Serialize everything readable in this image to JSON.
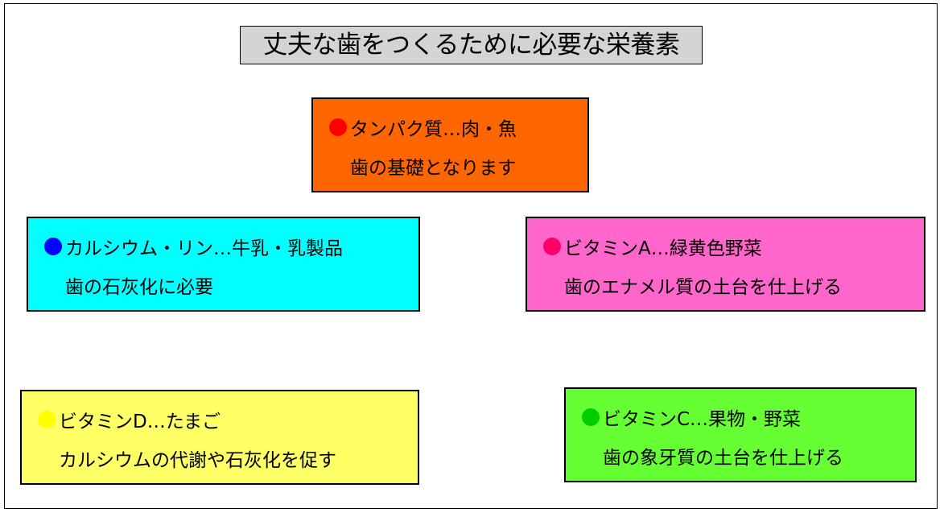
{
  "title": "丈夫な歯をつくるために必要な栄養素",
  "nutrients": [
    {
      "heading": "タンパク質…肉・魚",
      "description": "歯の基礎となります",
      "dot_color": "#ff0000",
      "box_color": "#ff6600"
    },
    {
      "heading": "カルシウム・リン…牛乳・乳製品",
      "description": "歯の石灰化に必要",
      "dot_color": "#0000ff",
      "box_color": "#00ffff"
    },
    {
      "heading": "ビタミンA…緑黄色野菜",
      "description": "歯のエナメル質の土台を仕上げる",
      "dot_color": "#ff0066",
      "box_color": "#ff66cc"
    },
    {
      "heading": "ビタミンD…たまご",
      "description": "カルシウムの代謝や石灰化を促す",
      "dot_color": "#ffff00",
      "box_color": "#ffff66"
    },
    {
      "heading": "ビタミンC…果物・野菜",
      "description": "歯の象牙質の土台を仕上げる",
      "dot_color": "#00cc00",
      "box_color": "#66ff33"
    }
  ]
}
